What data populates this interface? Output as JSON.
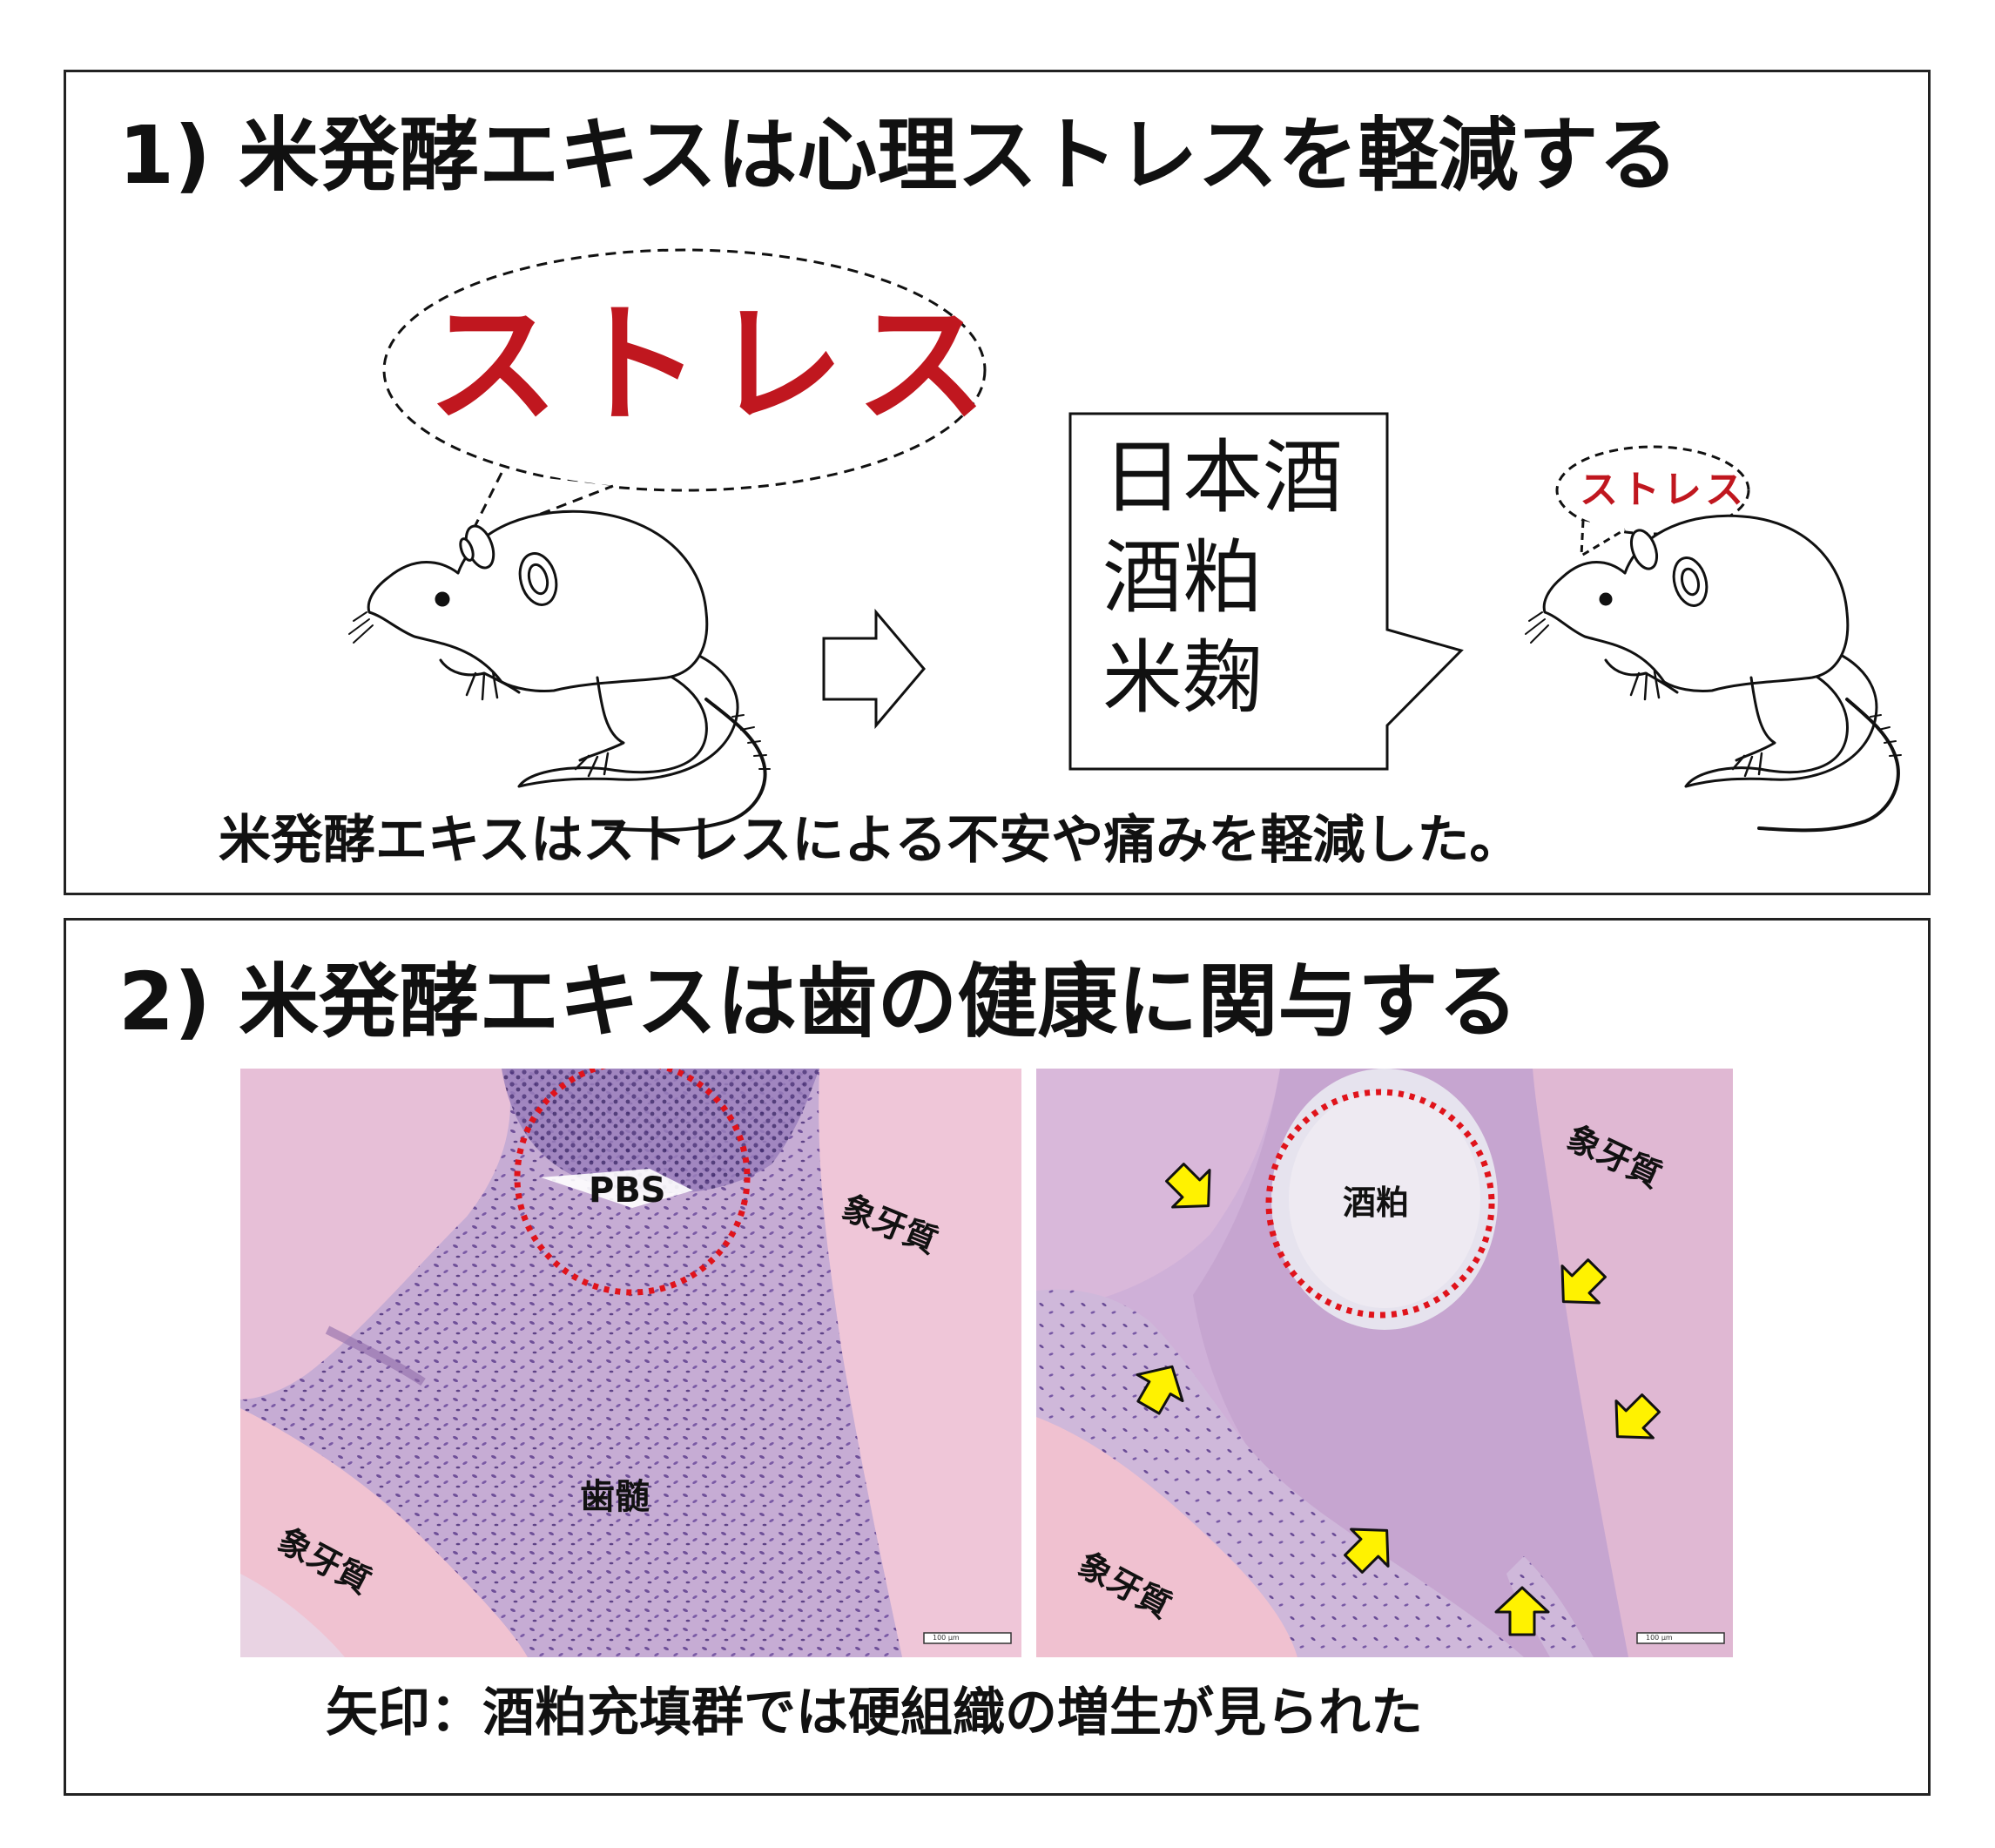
{
  "panel1": {
    "title": "1) 米発酵エキスは心理ストレスを軽減する",
    "stress_bubble_large": "ストレス",
    "food_box": [
      "日本酒",
      "酒粕",
      "米麹"
    ],
    "stress_bubble_small": "ストレス",
    "caption": "米発酵エキスはストレスによる不安や痛みを軽減した。"
  },
  "panel2": {
    "title": "2) 米発酵エキスは歯の健康に関与する",
    "left_image": {
      "circle_label": "PBS",
      "labels": [
        "象牙質",
        "歯髄",
        "象牙質"
      ]
    },
    "right_image": {
      "circle_label": "酒粕",
      "labels": [
        "象牙質",
        "象牙質"
      ]
    },
    "scalebar_label": "100 µm",
    "caption": "矢印：酒粕充填群では硬組織の増生が見られた"
  },
  "colors": {
    "stress_red": "#c0171f",
    "circle_red": "#e0131b",
    "arrow_yellow": "#fff200"
  }
}
